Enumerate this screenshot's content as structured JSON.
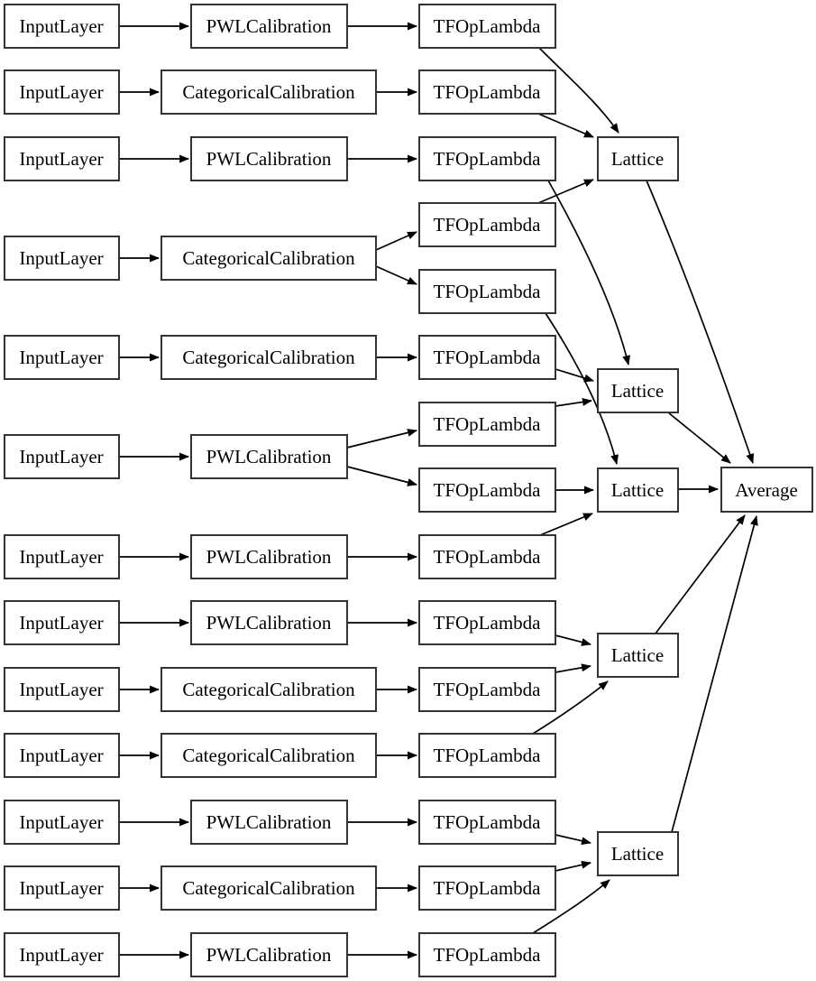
{
  "diagram": {
    "type": "model-architecture-graph",
    "background_color": "#ffffff",
    "node_fill_color": "#ffffff",
    "node_border_color": "#333333",
    "edge_color": "#000000"
  },
  "nodes": [
    {
      "id": "input_1",
      "label": "InputLayer"
    },
    {
      "id": "input_2",
      "label": "InputLayer"
    },
    {
      "id": "input_3",
      "label": "InputLayer"
    },
    {
      "id": "input_4",
      "label": "InputLayer"
    },
    {
      "id": "input_5",
      "label": "InputLayer"
    },
    {
      "id": "input_6",
      "label": "InputLayer"
    },
    {
      "id": "input_7",
      "label": "InputLayer"
    },
    {
      "id": "input_8",
      "label": "InputLayer"
    },
    {
      "id": "input_9",
      "label": "InputLayer"
    },
    {
      "id": "input_10",
      "label": "InputLayer"
    },
    {
      "id": "input_11",
      "label": "InputLayer"
    },
    {
      "id": "input_12",
      "label": "InputLayer"
    },
    {
      "id": "input_13",
      "label": "InputLayer"
    },
    {
      "id": "cal_1",
      "label": "PWLCalibration"
    },
    {
      "id": "cal_2",
      "label": "CategoricalCalibration"
    },
    {
      "id": "cal_3",
      "label": "PWLCalibration"
    },
    {
      "id": "cal_4",
      "label": "CategoricalCalibration"
    },
    {
      "id": "cal_5",
      "label": "CategoricalCalibration"
    },
    {
      "id": "cal_6",
      "label": "PWLCalibration"
    },
    {
      "id": "cal_7",
      "label": "PWLCalibration"
    },
    {
      "id": "cal_8",
      "label": "PWLCalibration"
    },
    {
      "id": "cal_9",
      "label": "CategoricalCalibration"
    },
    {
      "id": "cal_10",
      "label": "CategoricalCalibration"
    },
    {
      "id": "cal_11",
      "label": "PWLCalibration"
    },
    {
      "id": "cal_12",
      "label": "CategoricalCalibration"
    },
    {
      "id": "cal_13",
      "label": "PWLCalibration"
    },
    {
      "id": "tfop_1",
      "label": "TFOpLambda"
    },
    {
      "id": "tfop_2",
      "label": "TFOpLambda"
    },
    {
      "id": "tfop_3",
      "label": "TFOpLambda"
    },
    {
      "id": "tfop_4",
      "label": "TFOpLambda"
    },
    {
      "id": "tfop_5",
      "label": "TFOpLambda"
    },
    {
      "id": "tfop_6",
      "label": "TFOpLambda"
    },
    {
      "id": "tfop_7",
      "label": "TFOpLambda"
    },
    {
      "id": "tfop_8",
      "label": "TFOpLambda"
    },
    {
      "id": "tfop_9",
      "label": "TFOpLambda"
    },
    {
      "id": "tfop_10",
      "label": "TFOpLambda"
    },
    {
      "id": "tfop_11",
      "label": "TFOpLambda"
    },
    {
      "id": "tfop_12",
      "label": "TFOpLambda"
    },
    {
      "id": "tfop_13",
      "label": "TFOpLambda"
    },
    {
      "id": "tfop_14",
      "label": "TFOpLambda"
    },
    {
      "id": "tfop_15",
      "label": "TFOpLambda"
    },
    {
      "id": "lattice_1",
      "label": "Lattice"
    },
    {
      "id": "lattice_2",
      "label": "Lattice"
    },
    {
      "id": "lattice_3",
      "label": "Lattice"
    },
    {
      "id": "lattice_4",
      "label": "Lattice"
    },
    {
      "id": "lattice_5",
      "label": "Lattice"
    },
    {
      "id": "average",
      "label": "Average"
    }
  ],
  "edges": [
    {
      "from": "input_1",
      "to": "cal_1"
    },
    {
      "from": "input_2",
      "to": "cal_2"
    },
    {
      "from": "input_3",
      "to": "cal_3"
    },
    {
      "from": "input_4",
      "to": "cal_4"
    },
    {
      "from": "input_5",
      "to": "cal_5"
    },
    {
      "from": "input_6",
      "to": "cal_6"
    },
    {
      "from": "input_7",
      "to": "cal_7"
    },
    {
      "from": "input_8",
      "to": "cal_8"
    },
    {
      "from": "input_9",
      "to": "cal_9"
    },
    {
      "from": "input_10",
      "to": "cal_10"
    },
    {
      "from": "input_11",
      "to": "cal_11"
    },
    {
      "from": "input_12",
      "to": "cal_12"
    },
    {
      "from": "input_13",
      "to": "cal_13"
    },
    {
      "from": "cal_1",
      "to": "tfop_1"
    },
    {
      "from": "cal_2",
      "to": "tfop_2"
    },
    {
      "from": "cal_3",
      "to": "tfop_3"
    },
    {
      "from": "cal_4",
      "to": "tfop_4"
    },
    {
      "from": "cal_4",
      "to": "tfop_5"
    },
    {
      "from": "cal_5",
      "to": "tfop_6"
    },
    {
      "from": "cal_6",
      "to": "tfop_7"
    },
    {
      "from": "cal_6",
      "to": "tfop_8"
    },
    {
      "from": "cal_7",
      "to": "tfop_9"
    },
    {
      "from": "cal_8",
      "to": "tfop_10"
    },
    {
      "from": "cal_9",
      "to": "tfop_11"
    },
    {
      "from": "cal_10",
      "to": "tfop_12"
    },
    {
      "from": "cal_11",
      "to": "tfop_13"
    },
    {
      "from": "cal_12",
      "to": "tfop_14"
    },
    {
      "from": "cal_13",
      "to": "tfop_15"
    },
    {
      "from": "tfop_1",
      "to": "lattice_1"
    },
    {
      "from": "tfop_2",
      "to": "lattice_1"
    },
    {
      "from": "tfop_4",
      "to": "lattice_1"
    },
    {
      "from": "tfop_3",
      "to": "lattice_2"
    },
    {
      "from": "tfop_6",
      "to": "lattice_2"
    },
    {
      "from": "tfop_7",
      "to": "lattice_2"
    },
    {
      "from": "tfop_5",
      "to": "lattice_3"
    },
    {
      "from": "tfop_8",
      "to": "lattice_3"
    },
    {
      "from": "tfop_9",
      "to": "lattice_3"
    },
    {
      "from": "tfop_10",
      "to": "lattice_4"
    },
    {
      "from": "tfop_11",
      "to": "lattice_4"
    },
    {
      "from": "tfop_12",
      "to": "lattice_4"
    },
    {
      "from": "tfop_13",
      "to": "lattice_5"
    },
    {
      "from": "tfop_14",
      "to": "lattice_5"
    },
    {
      "from": "tfop_15",
      "to": "lattice_5"
    },
    {
      "from": "lattice_1",
      "to": "average"
    },
    {
      "from": "lattice_2",
      "to": "average"
    },
    {
      "from": "lattice_3",
      "to": "average"
    },
    {
      "from": "lattice_4",
      "to": "average"
    },
    {
      "from": "lattice_5",
      "to": "average"
    }
  ]
}
